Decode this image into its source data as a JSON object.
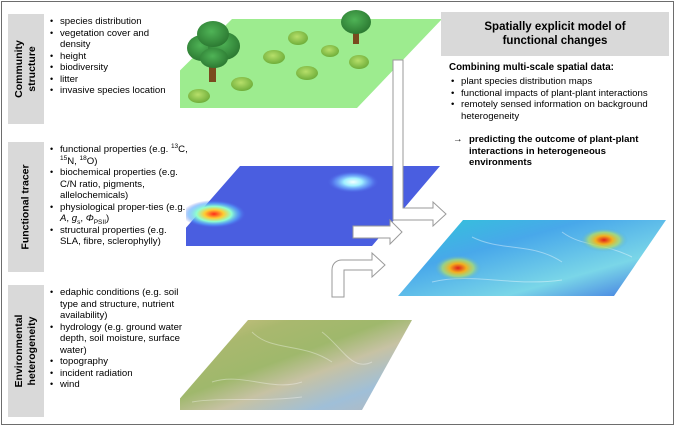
{
  "sections": [
    {
      "label_lines": [
        "Community",
        "structure"
      ],
      "items": [
        "species distribution",
        "vegetation cover and density",
        "height",
        "biodiversity",
        "litter",
        "invasive species location"
      ]
    },
    {
      "label_lines": [
        "Functional tracer"
      ],
      "items_html_keys": [
        "fp",
        "bp",
        "pp",
        "sp"
      ],
      "fp": {
        "a": "functional properties (e.g. ",
        "b": "13",
        "c": "C,",
        "d": "15",
        "e": "N, ",
        "f": "18",
        "g": "O)"
      },
      "bp": "biochemical properties (e.g. C/N ratio, pigments, allelochemicals)",
      "pp": {
        "a": "physiological proper-ties (e.g. ",
        "b": "A",
        "c": ", ",
        "d": "g",
        "e": "s",
        "f": ", ",
        "g": "Φ",
        "h": "PSII",
        "i": ")"
      },
      "sp": "structural properties (e.g. SLA, fibre, sclerophylly)"
    },
    {
      "label_lines": [
        "Environmental",
        "heterogeneity"
      ],
      "items": [
        "edaphic conditions (e.g. soil type and structure, nutrient availability)",
        "hydrology (e.g. ground water depth, soil moisture, surface water)",
        "topography",
        "incident radiation",
        "wind"
      ]
    }
  ],
  "panel": {
    "title_lines": [
      "Spatially explicit model of",
      "functional changes"
    ],
    "subtitle": "Combining multi-scale spatial data:",
    "items": [
      "plant species distribution maps",
      "functional impacts of plant-plant interactions",
      "remotely sensed information on background heterogeneity"
    ],
    "arrow": "→",
    "result": "predicting the outcome of plant-plant interactions in heterogeneous environments"
  },
  "colors": {
    "label_bg": "#d9d9d9",
    "meadow": "#9dec8f",
    "tracer_plane": "#4a5ee0",
    "arrow_fill": "#ffffff",
    "arrow_stroke": "#9a9a9a"
  }
}
